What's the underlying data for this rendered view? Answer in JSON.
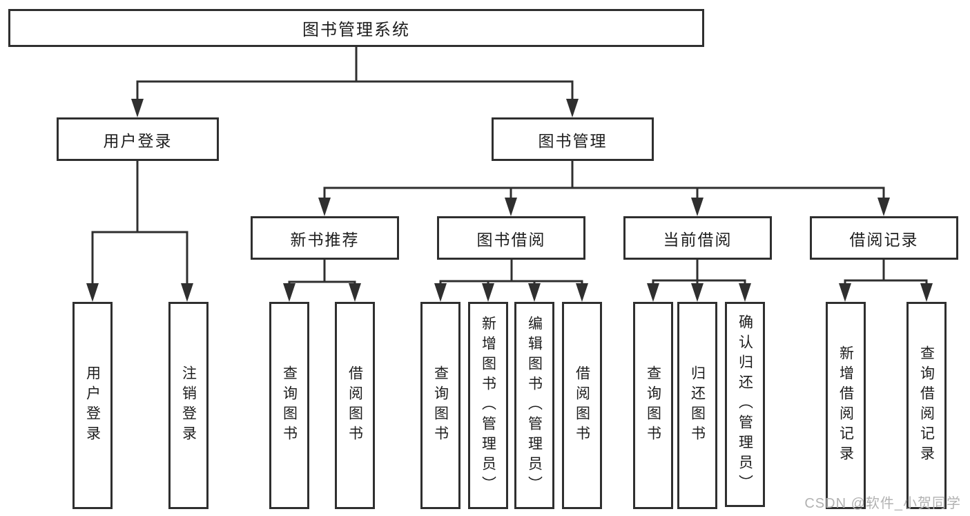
{
  "diagram": {
    "root": {
      "label": "图书管理系统"
    },
    "user_login": {
      "label": "用户登录",
      "children": [
        {
          "label": "用户登录"
        },
        {
          "label": "注销登录"
        }
      ]
    },
    "book_management": {
      "label": "图书管理",
      "sections": [
        {
          "label": "新书推荐",
          "children": [
            {
              "label": "查询图书"
            },
            {
              "label": "借阅图书"
            }
          ]
        },
        {
          "label": "图书借阅",
          "children": [
            {
              "label": "查询图书"
            },
            {
              "label": "新增图书（管理员）"
            },
            {
              "label": "编辑图书（管理员）"
            },
            {
              "label": "借阅图书"
            }
          ]
        },
        {
          "label": "当前借阅",
          "children": [
            {
              "label": "查询图书"
            },
            {
              "label": "归还图书"
            },
            {
              "label": "确认归还（管理员）"
            }
          ]
        },
        {
          "label": "借阅记录",
          "children": [
            {
              "label": "新增借阅记录"
            },
            {
              "label": "查询借阅记录"
            }
          ]
        }
      ]
    },
    "watermark": "CSDN @软件_小贺同学",
    "colors": {
      "line": "#2f2f2f",
      "text": "#1d1d1d",
      "watermark": "#b2b2b2",
      "background": "#ffffff"
    }
  }
}
